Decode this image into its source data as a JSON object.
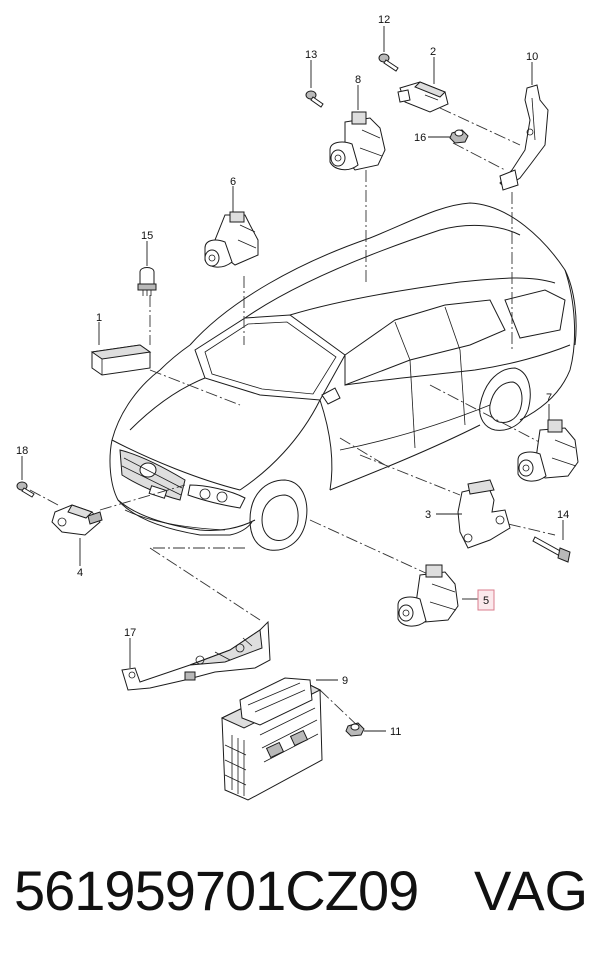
{
  "callouts": {
    "c1": "1",
    "c2": "2",
    "c3": "3",
    "c4": "4",
    "c5": "5",
    "c6": "6",
    "c7": "7",
    "c8": "8",
    "c9": "9",
    "c10": "10",
    "c11": "11",
    "c12": "12",
    "c13": "13",
    "c14": "14",
    "c15": "15",
    "c16": "16",
    "c17": "17",
    "c18": "18"
  },
  "highlighted_callout": "5",
  "highlight_color": "#fbe9ec",
  "footer": {
    "part_number": "561959701CZ09",
    "brand": "VAG"
  }
}
